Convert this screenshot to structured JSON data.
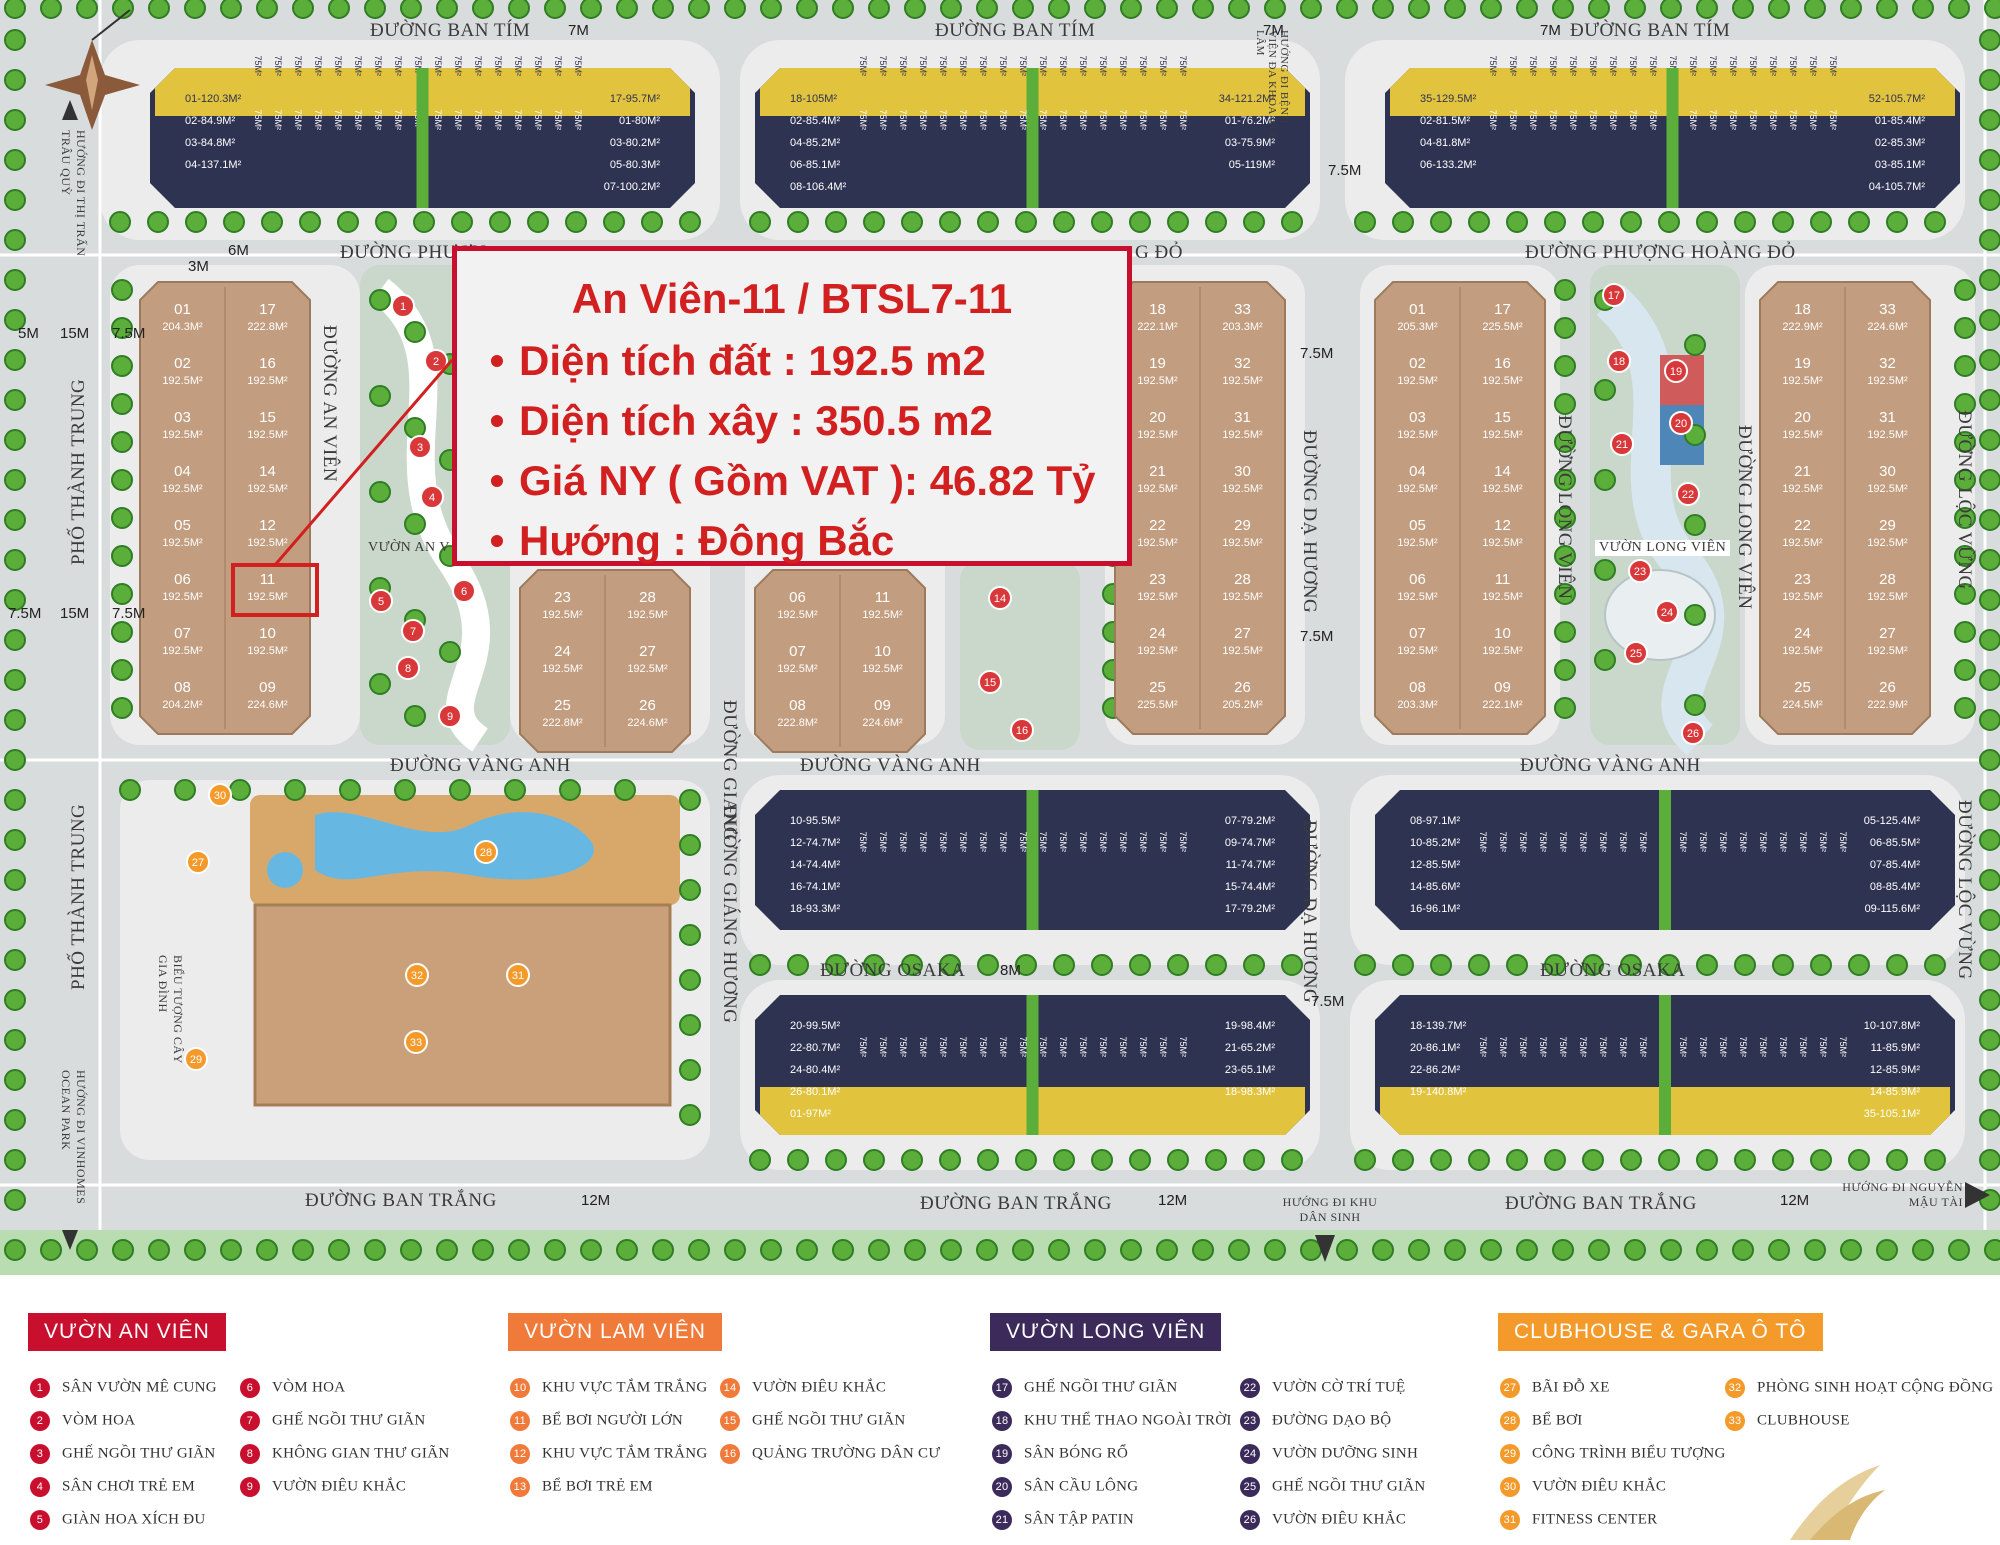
{
  "info_box": {
    "title": "An Viên-11 /  BTSL7-11",
    "lines": [
      "Diện tích đất : 192.5 m2",
      "Diện tích xây : 350.5 m2",
      "Giá NY ( Gồm VAT ): 46.82  Tỷ",
      "Hướng :  Đông  Bắc"
    ]
  },
  "colors": {
    "accent_red": "#c8102e",
    "an_vien": "#c8102e",
    "lam_vien": "#f07a3a",
    "long_vien": "#3b2a5a",
    "clubhouse": "#f39a2b",
    "villa": "#c29d7f",
    "townhouse_navy": "#2f3352",
    "townhouse_yellow": "#e1c33e"
  },
  "streets": {
    "ban_tim": "ĐƯỜNG BAN TÍM",
    "phuong_hoang_do": "ĐƯỜNG PHƯỢNG HOÀNG ĐỎ",
    "phuong_partial": "ĐƯỜNG PHƯƠN",
    "do_partial": "G ĐỎ",
    "vang_anh": "ĐƯỜNG VÀNG ANH",
    "osaka": "ĐƯỜNG OSAKA",
    "ban_trang": "ĐƯỜNG BAN TRẮNG",
    "thanh_trung": "PHỐ THÀNH TRUNG",
    "an_vien": "ĐƯỜNG AN VIÊN",
    "giang_huong": "ĐƯỜNG GIÁNG HƯƠNG",
    "giang_partial": "ĐƯỜNG GIANG",
    "da_huong": "ĐƯỜNG DẠ HƯƠNG",
    "long_vien": "ĐƯỜNG LONG VIÊN",
    "loc_vung": "ĐƯỜNG LỘC VỪNG"
  },
  "garden_labels": {
    "an_vien": "VƯỜN AN V",
    "long_vien": "VƯỜN LONG VIÊN"
  },
  "direction_labels": {
    "tran_quy": "HƯỚNG ĐI THỊ TRẤN TRÂU QUỲ",
    "ocean_park": "HƯỚNG ĐI VINHOMES OCEAN PARK",
    "khu_dan_sinh": "HƯỚNG ĐI KHU DÂN SINH",
    "nguyen_mau_tai": "HƯỚNG ĐI NGUYỄN MẬU TÀI",
    "benh_vien": "HƯỚNG ĐI BỆNH VIỆN ĐA KHOA GIA LÂM",
    "bieu_tuong": "BIỂU TƯỢNG CÂY GIA ĐÌNH"
  },
  "dimensions": [
    "7M",
    "6M",
    "3M",
    "15M",
    "7.5M",
    "5M",
    "12M",
    "8M"
  ],
  "villa_blocks": [
    {
      "left": [
        [
          "01",
          "204.3M²"
        ],
        [
          "02",
          "192.5M²"
        ],
        [
          "03",
          "192.5M²"
        ],
        [
          "04",
          "192.5M²"
        ],
        [
          "05",
          "192.5M²"
        ],
        [
          "06",
          "192.5M²"
        ],
        [
          "07",
          "192.5M²"
        ],
        [
          "08",
          "204.2M²"
        ]
      ],
      "right": [
        [
          "17",
          "222.8M²"
        ],
        [
          "16",
          "192.5M²"
        ],
        [
          "15",
          "192.5M²"
        ],
        [
          "14",
          "192.5M²"
        ],
        [
          "12",
          "192.5M²"
        ],
        [
          "11",
          "192.5M²"
        ],
        [
          "10",
          "192.5M²"
        ],
        [
          "09",
          "224.6M²"
        ]
      ]
    },
    {
      "left": [
        [
          "23",
          "192.5M²"
        ],
        [
          "24",
          "192.5M²"
        ],
        [
          "25",
          "222.8M²"
        ]
      ],
      "right": [
        [
          "28",
          "192.5M²"
        ],
        [
          "27",
          "192.5M²"
        ],
        [
          "26",
          "224.6M²"
        ]
      ]
    },
    {
      "left": [
        [
          "06",
          "192.5M²"
        ],
        [
          "07",
          "192.5M²"
        ],
        [
          "08",
          "222.8M²"
        ]
      ],
      "right": [
        [
          "11",
          "192.5M²"
        ],
        [
          "10",
          "192.5M²"
        ],
        [
          "09",
          "224.6M²"
        ]
      ]
    },
    {
      "left": [
        [
          "18",
          "222.1M²"
        ],
        [
          "19",
          "192.5M²"
        ],
        [
          "20",
          "192.5M²"
        ],
        [
          "21",
          "192.5M²"
        ],
        [
          "22",
          "192.5M²"
        ],
        [
          "23",
          "192.5M²"
        ],
        [
          "24",
          "192.5M²"
        ],
        [
          "25",
          "225.5M²"
        ]
      ],
      "right": [
        [
          "33",
          "203.3M²"
        ],
        [
          "32",
          "192.5M²"
        ],
        [
          "31",
          "192.5M²"
        ],
        [
          "30",
          "192.5M²"
        ],
        [
          "29",
          "192.5M²"
        ],
        [
          "28",
          "192.5M²"
        ],
        [
          "27",
          "192.5M²"
        ],
        [
          "26",
          "205.2M²"
        ]
      ]
    },
    {
      "left": [
        [
          "01",
          "205.3M²"
        ],
        [
          "02",
          "192.5M²"
        ],
        [
          "03",
          "192.5M²"
        ],
        [
          "04",
          "192.5M²"
        ],
        [
          "05",
          "192.5M²"
        ],
        [
          "06",
          "192.5M²"
        ],
        [
          "07",
          "192.5M²"
        ],
        [
          "08",
          "203.3M²"
        ]
      ],
      "right": [
        [
          "17",
          "225.5M²"
        ],
        [
          "16",
          "192.5M²"
        ],
        [
          "15",
          "192.5M²"
        ],
        [
          "14",
          "192.5M²"
        ],
        [
          "12",
          "192.5M²"
        ],
        [
          "11",
          "192.5M²"
        ],
        [
          "10",
          "192.5M²"
        ],
        [
          "09",
          "222.1M²"
        ]
      ]
    },
    {
      "left": [
        [
          "18",
          "222.9M²"
        ],
        [
          "19",
          "192.5M²"
        ],
        [
          "20",
          "192.5M²"
        ],
        [
          "21",
          "192.5M²"
        ],
        [
          "22",
          "192.5M²"
        ],
        [
          "23",
          "192.5M²"
        ],
        [
          "24",
          "192.5M²"
        ],
        [
          "25",
          "224.5M²"
        ]
      ],
      "right": [
        [
          "33",
          "224.6M²"
        ],
        [
          "32",
          "192.5M²"
        ],
        [
          "31",
          "192.5M²"
        ],
        [
          "30",
          "192.5M²"
        ],
        [
          "29",
          "192.5M²"
        ],
        [
          "28",
          "192.5M²"
        ],
        [
          "27",
          "192.5M²"
        ],
        [
          "26",
          "222.9M²"
        ]
      ]
    }
  ],
  "townhouse_blocks": [
    {
      "side": [
        "01-120.3M²",
        "02-84.9M²",
        "03-84.8M²",
        "04-137.1M²"
      ],
      "side2": [
        "17-95.7M²",
        "01-80M²",
        "03-80.2M²",
        "05-80.3M²",
        "07-100.2M²"
      ]
    },
    {
      "side": [
        "18-105M²",
        "02-85.4M²",
        "04-85.2M²",
        "06-85.1M²",
        "08-106.4M²"
      ],
      "side2": [
        "34-121.2M²",
        "01-76.2M²",
        "03-75.9M²",
        "05-119M²"
      ]
    },
    {
      "side": [
        "35-129.5M²",
        "02-81.5M²",
        "04-81.8M²",
        "06-133.2M²"
      ],
      "side2": [
        "52-105.7M²",
        "01-85.4M²",
        "02-85.3M²",
        "03-85.1M²",
        "04-105.7M²"
      ]
    },
    {
      "side": [
        "10-95.5M²",
        "12-74.7M²",
        "14-74.4M²",
        "16-74.1M²",
        "18-93.3M²"
      ],
      "side2": [
        "07-79.2M²",
        "09-74.7M²",
        "11-74.7M²",
        "15-74.4M²",
        "17-79.2M²"
      ]
    },
    {
      "side": [
        "08-97.1M²",
        "10-85.2M²",
        "12-85.5M²",
        "14-85.6M²",
        "16-96.1M²"
      ],
      "side2": [
        "05-125.4M²",
        "06-85.5M²",
        "07-85.4M²",
        "08-85.4M²",
        "09-115.6M²"
      ]
    },
    {
      "side": [
        "20-99.5M²",
        "22-80.7M²",
        "24-80.4M²",
        "26-80.1M²",
        "01-97M²"
      ],
      "side2": [
        "19-98.4M²",
        "21-65.2M²",
        "23-65.1M²",
        "18-98.3M²"
      ]
    },
    {
      "side": [
        "18-139.7M²",
        "20-86.1M²",
        "22-86.2M²",
        "19-140.8M²"
      ],
      "side2": [
        "10-107.8M²",
        "11-85.9M²",
        "12-85.9M²",
        "14-85.9M²",
        "35-105.1M²"
      ]
    }
  ],
  "row_lot_size": "75M²",
  "amenity_markers": [
    "1",
    "2",
    "3",
    "4",
    "5",
    "6",
    "7",
    "8",
    "9",
    "14",
    "15",
    "16",
    "17",
    "18",
    "19",
    "20",
    "21",
    "22",
    "23",
    "24",
    "25",
    "26",
    "27",
    "28",
    "29",
    "30",
    "31",
    "32",
    "33"
  ],
  "legend": {
    "an_vien": {
      "title": "VƯỜN AN VIÊN",
      "items": [
        {
          "n": "1",
          "t": "SÂN VƯỜN MÊ CUNG"
        },
        {
          "n": "2",
          "t": "VÒM HOA"
        },
        {
          "n": "3",
          "t": "GHẾ NGỒI THƯ GIÃN"
        },
        {
          "n": "4",
          "t": "SÂN CHƠI TRẺ EM"
        },
        {
          "n": "5",
          "t": "GIÀN HOA XÍCH ĐU"
        },
        {
          "n": "6",
          "t": "VÒM HOA"
        },
        {
          "n": "7",
          "t": "GHẾ NGỒI THƯ GIÃN"
        },
        {
          "n": "8",
          "t": "KHÔNG GIAN THƯ GIÃN"
        },
        {
          "n": "9",
          "t": "VƯỜN ĐIÊU KHẮC"
        }
      ]
    },
    "lam_vien": {
      "title": "VƯỜN LAM VIÊN",
      "items": [
        {
          "n": "10",
          "t": "KHU VỰC TẮM TRẮNG"
        },
        {
          "n": "11",
          "t": "BỂ BƠI NGƯỜI LỚN"
        },
        {
          "n": "12",
          "t": "KHU VỰC TẮM TRẮNG"
        },
        {
          "n": "13",
          "t": "BỂ BƠI TRẺ EM"
        },
        {
          "n": "14",
          "t": "VƯỜN ĐIÊU KHẮC"
        },
        {
          "n": "15",
          "t": "GHẾ NGỒI THƯ GIÃN"
        },
        {
          "n": "16",
          "t": "QUẢNG TRƯỜNG DÂN CƯ"
        }
      ]
    },
    "long_vien": {
      "title": "VƯỜN LONG VIÊN",
      "items": [
        {
          "n": "17",
          "t": "GHẾ NGỒI THƯ GIÃN"
        },
        {
          "n": "18",
          "t": "KHU THỂ THAO NGOÀI TRỜI"
        },
        {
          "n": "19",
          "t": "SÂN BÓNG RỔ"
        },
        {
          "n": "20",
          "t": "SÂN CẦU LÔNG"
        },
        {
          "n": "21",
          "t": "SÂN TẬP PATIN"
        },
        {
          "n": "22",
          "t": "VƯỜN CỜ TRÍ TUỆ"
        },
        {
          "n": "23",
          "t": "ĐƯỜNG DẠO BỘ"
        },
        {
          "n": "24",
          "t": "VƯỜN DƯỠNG SINH"
        },
        {
          "n": "25",
          "t": "GHẾ NGỒI THƯ GIÃN"
        },
        {
          "n": "26",
          "t": "VƯỜN ĐIÊU KHẮC"
        }
      ]
    },
    "clubhouse": {
      "title": "CLUBHOUSE & GARA Ô TÔ",
      "items": [
        {
          "n": "27",
          "t": "BÃI ĐỖ XE"
        },
        {
          "n": "28",
          "t": "BỂ BƠI"
        },
        {
          "n": "29",
          "t": "CÔNG TRÌNH BIỂU TƯỢNG"
        },
        {
          "n": "30",
          "t": "VƯỜN ĐIÊU KHẮC"
        },
        {
          "n": "31",
          "t": "FITNESS CENTER"
        },
        {
          "n": "32",
          "t": "PHÒNG SINH HOẠT CỘNG ĐỒNG"
        },
        {
          "n": "33",
          "t": "CLUBHOUSE"
        }
      ]
    }
  }
}
